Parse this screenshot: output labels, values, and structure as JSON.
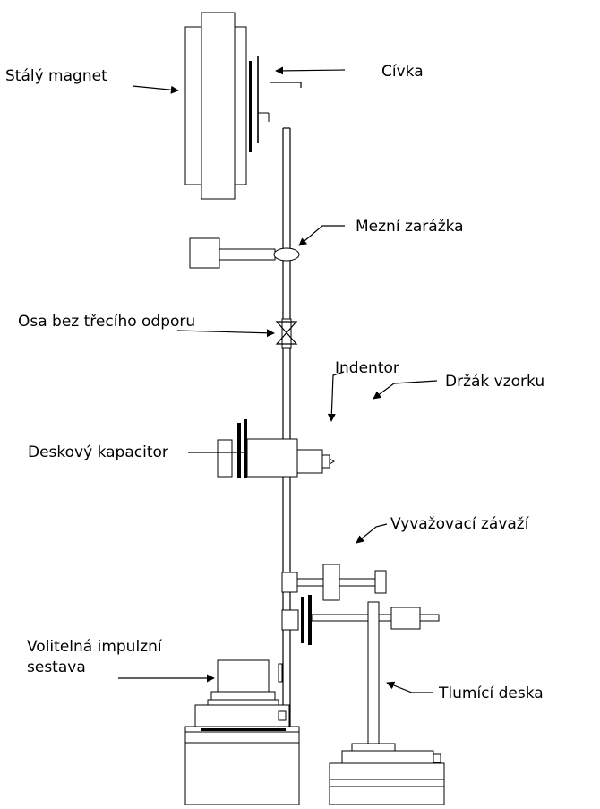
{
  "labels": {
    "magnet": "Stálý magnet",
    "coil": "Cívka",
    "limit_stop": "Mezní zarážka",
    "pivot": "Osa bez třecího odporu",
    "indenter": "Indentor",
    "sample_holder": "Držák vzorku",
    "capacitor": "Deskový kapacitor",
    "balance_weight": "Vyvažovací závaží",
    "impulse_line1": "Volitelná impulzní",
    "impulse_line2": "sestava",
    "damping_plate": "Tlumící deska"
  },
  "colors": {
    "ink": "#000000",
    "paper": "#ffffff"
  }
}
